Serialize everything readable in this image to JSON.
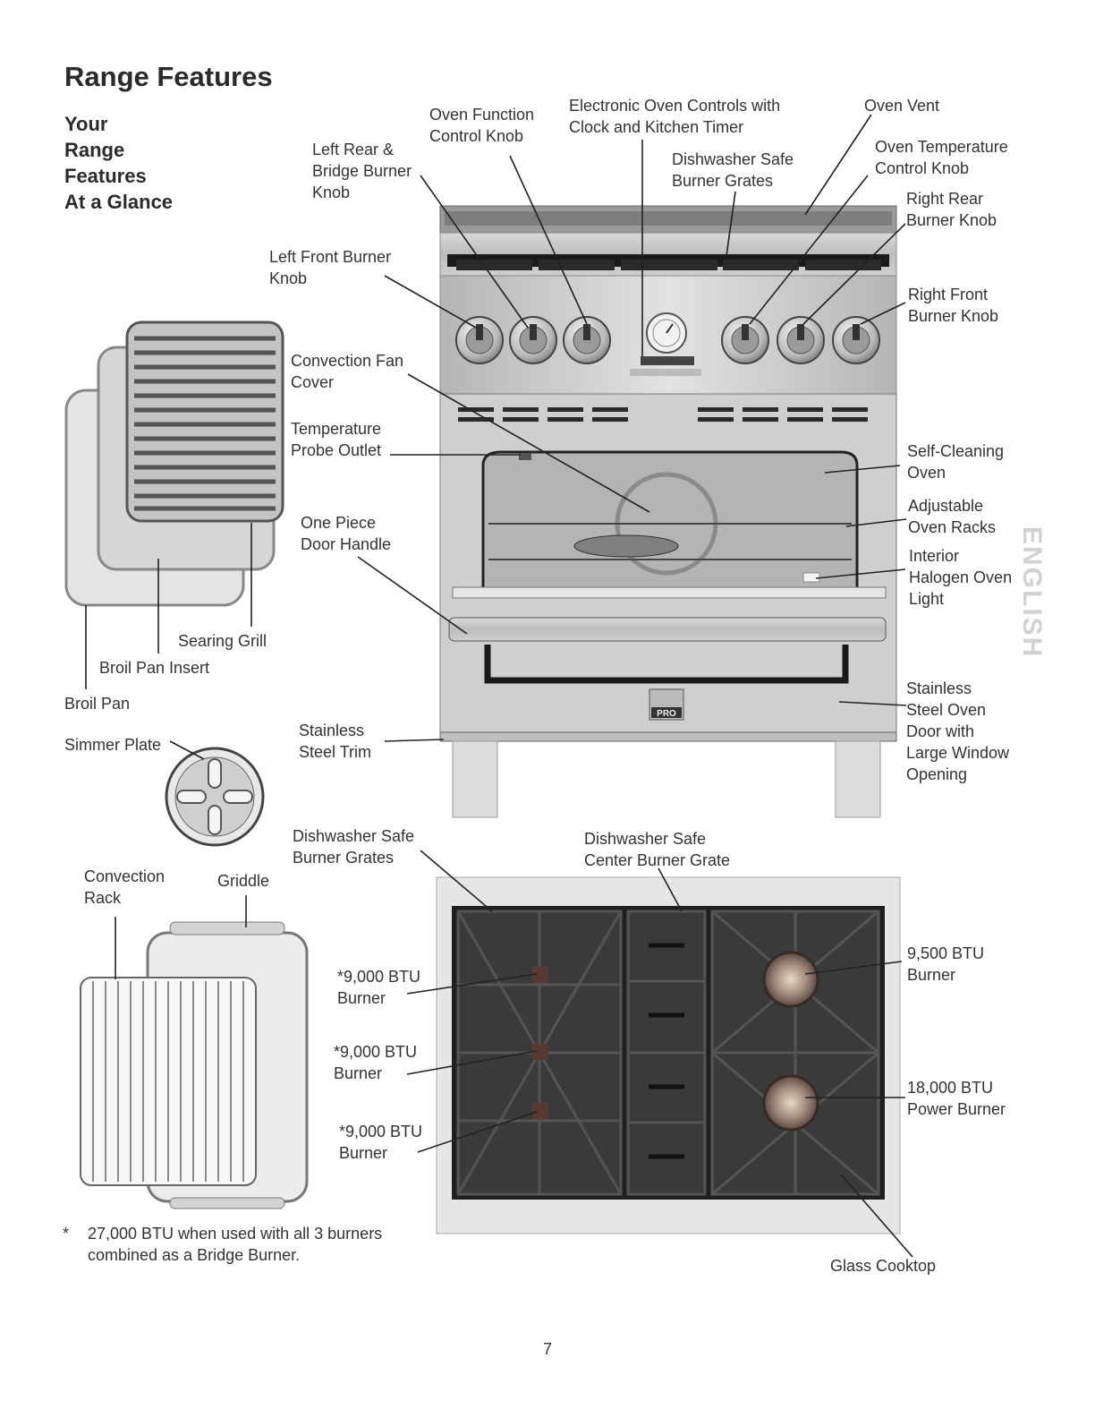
{
  "page": {
    "title": "Range Features",
    "subtitle": "Your\nRange\nFeatures\nAt a Glance",
    "side_tab": "ENGLISH",
    "page_number": "7",
    "footnote_marker": "*",
    "footnote": "27,000 BTU when used with all 3 burners combined as a Bridge Burner."
  },
  "range_labels": {
    "oven_function_knob": "Oven Function\nControl Knob",
    "electronic_controls": "Electronic Oven Controls with\nClock and Kitchen Timer",
    "oven_vent": "Oven Vent",
    "left_rear_bridge_knob": "Left Rear &\nBridge Burner\nKnob",
    "dishwasher_grates_top": "Dishwasher Safe\nBurner Grates",
    "oven_temp_knob": "Oven Temperature\nControl Knob",
    "right_rear_knob": "Right Rear\nBurner Knob",
    "left_front_knob": "Left Front Burner\nKnob",
    "right_front_knob": "Right Front\nBurner Knob",
    "convection_fan_cover": "Convection Fan\nCover",
    "temp_probe_outlet": "Temperature\nProbe Outlet",
    "self_cleaning_oven": "Self-Cleaning\nOven",
    "adjustable_racks": "Adjustable\nOven Racks",
    "one_piece_handle": "One Piece\nDoor Handle",
    "halogen_light": "Interior\nHalogen Oven\nLight",
    "stainless_trim": "Stainless\nSteel Trim",
    "stainless_door": "Stainless\nSteel Oven\nDoor with\nLarge Window\nOpening",
    "brand_badge": "PRO"
  },
  "accessory_labels": {
    "searing_grill": "Searing Grill",
    "broil_pan_insert": "Broil Pan Insert",
    "broil_pan": "Broil Pan",
    "simmer_plate": "Simmer Plate",
    "convection_rack": "Convection\nRack",
    "griddle": "Griddle"
  },
  "cooktop_labels": {
    "dishwasher_grates": "Dishwasher Safe\nBurner Grates",
    "center_grate": "Dishwasher Safe\nCenter Burner Grate",
    "burner_9000_a": "*9,000 BTU\nBurner",
    "burner_9000_b": "*9,000 BTU\nBurner",
    "burner_9000_c": "*9,000 BTU\nBurner",
    "burner_9500": "9,500 BTU\nBurner",
    "burner_18000": "18,000 BTU\nPower Burner",
    "glass_cooktop": "Glass Cooktop"
  }
}
